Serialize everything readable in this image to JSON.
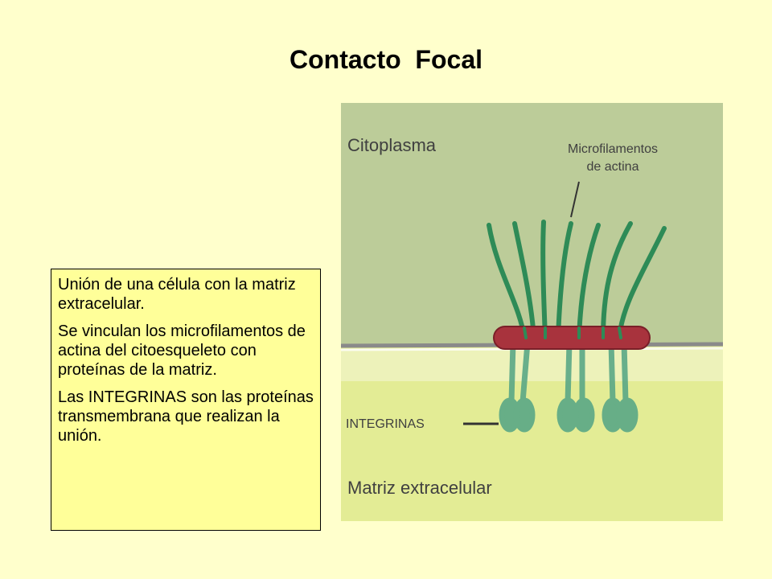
{
  "slide": {
    "title": "Contacto  Focal"
  },
  "textbox": {
    "paragraphs": [
      "Unión de una célula con la matriz extracelular.",
      "Se vinculan los microfilamentos de actina del citoesqueleto con proteínas de la matriz.",
      "Las INTEGRINAS son las proteínas transmembrana que realizan la unión."
    ]
  },
  "diagram": {
    "labels": {
      "cytoplasm": "Citoplasma",
      "microfilaments_line1": "Microfilamentos",
      "microfilaments_line2": "de actina",
      "integrins": "INTEGRINAS",
      "matrix": "Matriz extracelular"
    },
    "colors": {
      "cytoplasm": "#bccc99",
      "matrix": "#e3ec95",
      "filament": "#2e8b57",
      "integrin": "#5aa886",
      "plaque": "#a8333d",
      "membrane": "#8a8a8a"
    }
  }
}
